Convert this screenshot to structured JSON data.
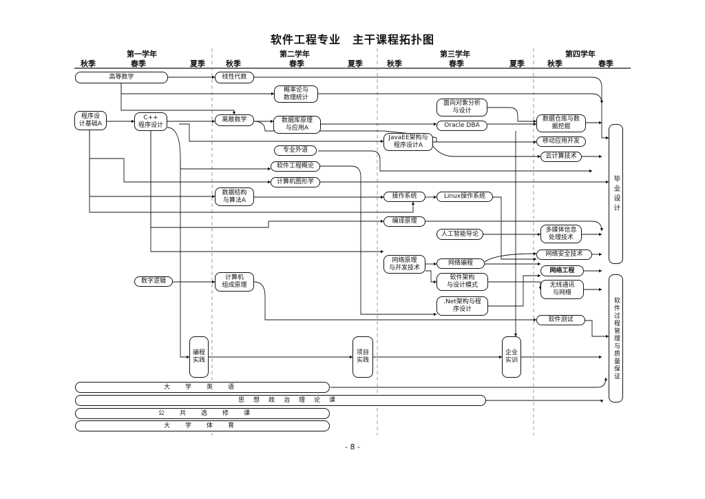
{
  "title": "软件工程专业　主干课程拓扑图",
  "page_number": "- 8 -",
  "years": [
    "第一学年",
    "第二学年",
    "第三学年",
    "第四学年"
  ],
  "seasons": [
    "秋季",
    "春季",
    "夏季",
    "秋季",
    "春季",
    "夏季",
    "秋季",
    "春季",
    "夏季",
    "秋季",
    "春季"
  ],
  "courses": {
    "gaodeng": "高等数学",
    "chengxu_jichu": "程序设\n计基础A",
    "cpp": "C++\n程序设计",
    "shuzi_luoji": "数字逻辑",
    "xianxing": "线性代数",
    "lisan": "离散数学",
    "shujujiegou": "数据结构\n与算法A",
    "jisuanji_zucheng": "计算机\n组成原理",
    "gailv": "概率论与\n数理统计",
    "shujuku": "数据库原理\n与应用A",
    "zhuanye_waiyu": "专业外语",
    "ruanjian_gailun": "软件工程概论",
    "tuxingxue": "计算机图形学",
    "mianxiang": "面向对象分析\n与设计",
    "oracle": "Oracle DBA",
    "javaee": "JavaEE架构与\n程序设计A",
    "caozuo": "操作系统",
    "linux": "Linux操作系统",
    "bianyi": "编译原理",
    "rengong": "人工智能导论",
    "wangluo_yuanli": "网络原理\n与开发技术",
    "wangluo_biancheng": "网络编程",
    "ruanjian_jiagou": "软件架构\n与设计模式",
    "dotnet": ".Net架构与程\n序设计",
    "shujucangku": "数据仓库与数\n据挖掘",
    "yidong": "移动应用开发",
    "yunjisuan": "云计算技术",
    "duomeiti": "多媒体信息\n处理技术",
    "wangluo_anquan": "网络安全技术",
    "wangluo_gongcheng": "网络工程",
    "wuxian": "无线通讯\n与网络",
    "ruanjian_ceshi": "软件测试",
    "biancheng_shijian": "编程\n实践",
    "xiangmu_shixun": "项目\n实践",
    "qiye_shixun": "企业\n实训",
    "biye_sheji": "毕业设计",
    "guocheng_guanli": "软件过程管理与质量保证"
  },
  "general_courses": [
    "大学英语",
    "思想政治理论课",
    "公共选修课",
    "大学体育"
  ]
}
